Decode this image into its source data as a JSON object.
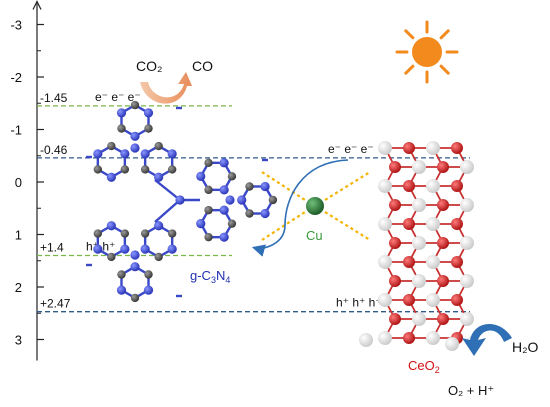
{
  "axis": {
    "ticks": [
      "-3",
      "-2",
      "-1",
      "0",
      "1",
      "2",
      "3"
    ],
    "tick_values": [
      -3,
      -2,
      -1,
      0,
      1,
      2,
      3
    ],
    "range": [
      -3.4,
      3.4
    ]
  },
  "levels": [
    {
      "label": "-1.45",
      "value": -1.45,
      "color": "#7ab648",
      "carriers": "e⁻ e⁻ e⁻",
      "carrier_side": "left"
    },
    {
      "label": "-0.46",
      "value": -0.46,
      "color": "#2f5a8c",
      "carriers": "e⁻ e⁻ e⁻",
      "carrier_side": "right"
    },
    {
      "label": "+1.4",
      "value": 1.4,
      "color": "#7ab648",
      "carriers": "h⁺ h⁺",
      "carrier_side": "left"
    },
    {
      "label": "+2.47",
      "value": 2.47,
      "color": "#2f5a8c",
      "carriers": "h⁺ h⁺ h⁺",
      "carrier_side": "right"
    }
  ],
  "labels": {
    "co2": "CO₂",
    "co": "CO",
    "cu": "Cu",
    "gcn_prefix": "g-C",
    "gcn_sub1": "3",
    "gcn_mid": "N",
    "gcn_sub2": "4",
    "ceo2_prefix": "CeO",
    "ceo2_sub": "2",
    "h2o": "H₂O",
    "products": "O₂ + H⁺"
  },
  "colors": {
    "sun": "#f28a1e",
    "nitrogen": "#3a48c8",
    "carbon": "#555555",
    "cerium_red": "#d42a2a",
    "oxygen_white": "#f2f2f2",
    "cu": "#2e7d3a",
    "cu_label": "#3a9a3a",
    "gcn_label": "#2030b0",
    "ceo2_label": "#d01010",
    "dotted": "#f5b400",
    "arrow_blue": "#2f6fb5"
  },
  "icons": [
    "sun-icon",
    "curved-arrow-icon",
    "electron-transfer-arrow-icon",
    "water-oxidation-arrow-icon"
  ]
}
